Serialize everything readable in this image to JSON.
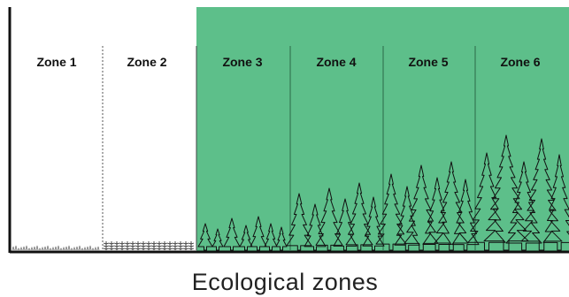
{
  "diagram": {
    "caption": "Ecological zones",
    "zones": [
      {
        "label": "Zone 1",
        "vegetation": "bare-ground-grass"
      },
      {
        "label": "Zone 2",
        "vegetation": "low-shrubs"
      },
      {
        "label": "Zone 3",
        "vegetation": "small-conifers"
      },
      {
        "label": "Zone 4",
        "vegetation": "medium-conifers"
      },
      {
        "label": "Zone 5",
        "vegetation": "tall-conifers"
      },
      {
        "label": "Zone 6",
        "vegetation": "tallest-conifers"
      }
    ]
  },
  "colors": {
    "forest_zone_fill": "#5dbf8a",
    "line": "#111111",
    "background": "#ffffff"
  }
}
